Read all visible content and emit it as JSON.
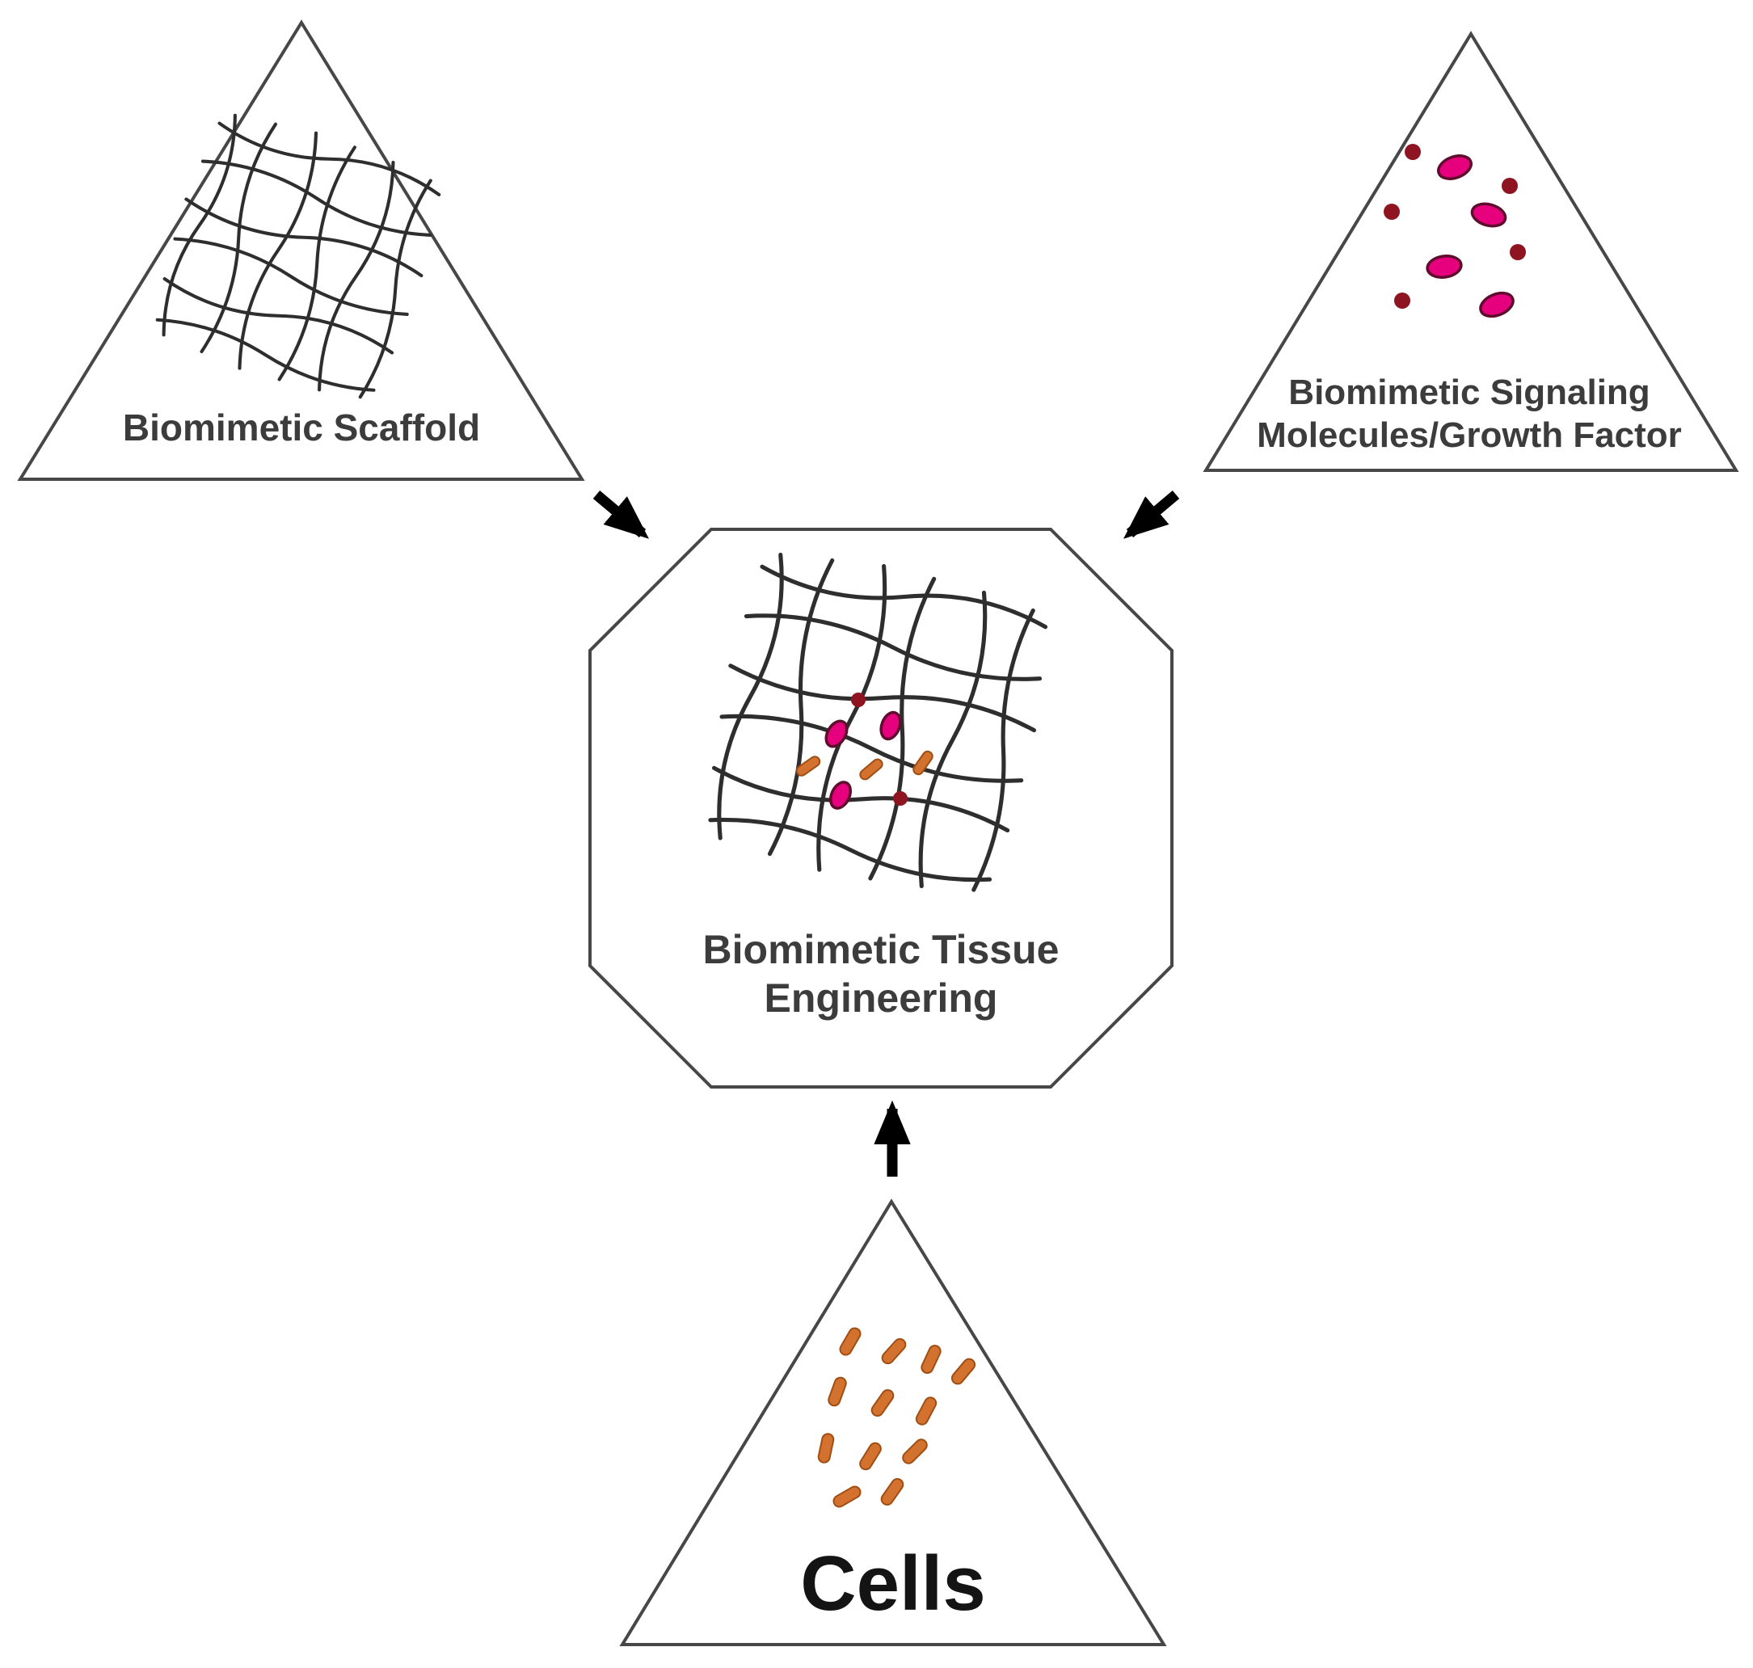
{
  "title": "Biomimetic Tissue Engineering diagram",
  "colors": {
    "background": "#ffffff",
    "outline": "#474747",
    "mesh_line": "#2e2e2e",
    "label_text": "#3c3c3c",
    "cells_text": "#141414",
    "arrow": "#000000",
    "molecule_fill": "#e6007e",
    "molecule_stroke": "#5f0d2c",
    "dot_fill": "#8f1422",
    "cell_fill": "#d2722e",
    "cell_stroke": "#a04e14"
  },
  "nodes": {
    "scaffold": {
      "shape": "triangle",
      "label": "Biomimetic Scaffold"
    },
    "signaling": {
      "shape": "triangle",
      "label_line1": "Biomimetic Signaling",
      "label_line2": "Molecules/Growth Factor"
    },
    "cells": {
      "shape": "triangle",
      "label": "Cells"
    },
    "center": {
      "shape": "octagon",
      "label_line1": "Biomimetic Tissue",
      "label_line2": "Engineering"
    }
  },
  "connections": [
    {
      "from": "scaffold",
      "to": "center"
    },
    {
      "from": "signaling",
      "to": "center"
    },
    {
      "from": "cells",
      "to": "center"
    }
  ]
}
